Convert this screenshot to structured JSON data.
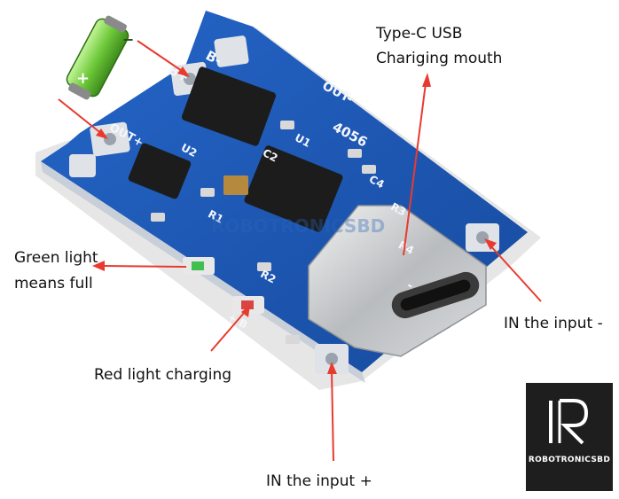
{
  "labels": {
    "type_c_line1": "Type-C USB",
    "type_c_line2": "Chariging mouth",
    "green_line1": "Green light",
    "green_line2": "means full",
    "red": "Red light charging",
    "in_minus": "IN the input -",
    "in_plus": "IN the input +"
  },
  "board_silkscreen": {
    "b_minus": "B-",
    "b_plus": "B+",
    "out_minus": "OUT-",
    "out_plus": "OUT+",
    "chip": "4056",
    "r3": "R3",
    "r4": "R4",
    "r1": "R1",
    "r2": "R2",
    "c2": "C2",
    "c4": "C4",
    "u1": "U1",
    "u2": "U2",
    "m": "M",
    "minus": "-",
    "plus_b": "+ B",
    "wm": "ROBOTRONICSBD"
  },
  "battery": {
    "minus": "−",
    "plus": "+"
  },
  "logo": {
    "brand": "ROBOTRONICSBD"
  },
  "colors": {
    "pcb": "#1d58b8",
    "arrow": "#e83b2e",
    "battery": "#6ec93a",
    "logo_bg": "#1e1e1e"
  }
}
